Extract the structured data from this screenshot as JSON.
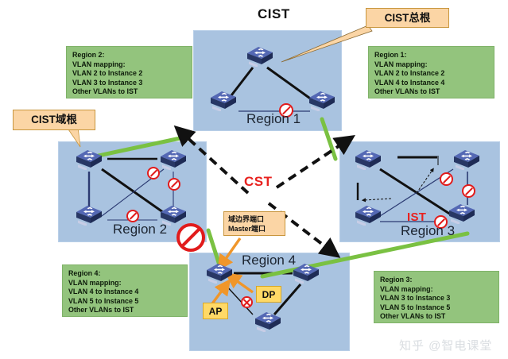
{
  "title": "CIST",
  "labels": {
    "cist_title": "CIST",
    "cst": "CST",
    "ist": "IST",
    "watermark": "知乎 @智电课堂"
  },
  "callouts": [
    {
      "id": "cist-total-root",
      "text": "CIST总根"
    },
    {
      "id": "cist-region-root",
      "text": "CIST域根"
    },
    {
      "id": "boundary-master-port",
      "text": "域边界端口\nMaster端口"
    },
    {
      "id": "dp-tag",
      "text": "DP"
    },
    {
      "id": "ap-tag",
      "text": "AP"
    }
  ],
  "regions": [
    {
      "id": "region-1",
      "label": "Region 1"
    },
    {
      "id": "region-2",
      "label": "Region 2"
    },
    {
      "id": "region-3",
      "label": "Region 3"
    },
    {
      "id": "region-4",
      "label": "Region 4"
    }
  ],
  "info_boxes": [
    {
      "id": "region-2-info",
      "text": "Region 2:\nVLAN mapping:\nVLAN 2 to Instance 2\nVLAN 3 to Instance 3\nOther VLANs to IST"
    },
    {
      "id": "region-1-info",
      "text": "Region 1:\nVLAN mapping:\nVLAN 2 to Instance 2\nVLAN 4 to Instance 4\nOther VLANs to IST"
    },
    {
      "id": "region-4-info",
      "text": "Region 4:\nVLAN mapping:\nVLAN 4 to Instance 4\nVLAN 5 to Instance 5\nOther VLANs to IST"
    },
    {
      "id": "region-3-info",
      "text": "Region 3:\nVLAN mapping:\nVLAN 3 to Instance 3\nVLAN 5 to Instance 5\nOther VLANs to IST"
    }
  ],
  "icons": {
    "switch": "switch-icon",
    "blocked_port": "blocked-port-icon",
    "green_link": "active-link",
    "dashed_link": "cst-link"
  },
  "colors": {
    "region_panel": "#a9c3e0",
    "info_box": "#93c47d",
    "callout": "#fbd5a5",
    "tag": "#ffd966",
    "switch_top": "#4a5ea8",
    "switch_front": "#2b3a72",
    "blocked": "#e11b1b",
    "green_link": "#7ac142",
    "cst_text": "#e8221f"
  }
}
